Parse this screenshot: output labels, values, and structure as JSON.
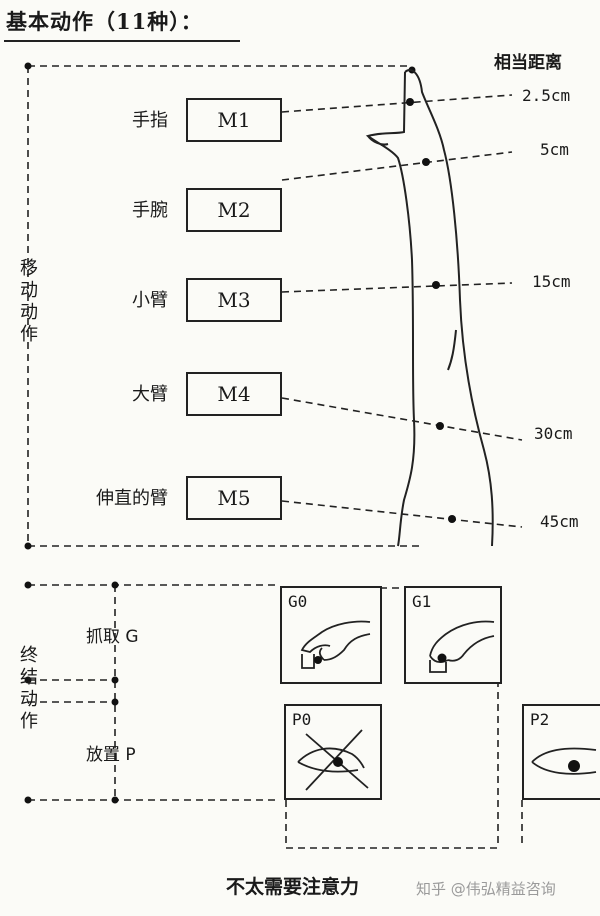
{
  "title": "基本动作（11种）：",
  "distance_header": "相当距离",
  "moving_section_label": "移动动作",
  "terminal_section_label": "终结动作",
  "moving_rows": [
    {
      "label": "手指",
      "code": "M1",
      "distance": "2.5cm"
    },
    {
      "label": "手腕",
      "code": "M2",
      "distance": "5cm"
    },
    {
      "label": "小臂",
      "code": "M3",
      "distance": "15cm"
    },
    {
      "label": "大臂",
      "code": "M4",
      "distance": "30cm"
    },
    {
      "label": "伸直的臂",
      "code": "M5",
      "distance": "45cm"
    }
  ],
  "terminal_rows": [
    {
      "label": "抓取 G"
    },
    {
      "label": "放置 P"
    }
  ],
  "cells": [
    {
      "code": "G0",
      "icon": "pinch-grasp-icon"
    },
    {
      "code": "G1",
      "icon": "grasp-icon"
    },
    {
      "code": "P0",
      "icon": "crossed-out-eye-icon"
    },
    {
      "code": "P2",
      "icon": "eye-icon"
    }
  ],
  "footer": "不太需要注意力",
  "watermark": "知乎 @伟弘精益咨询"
}
